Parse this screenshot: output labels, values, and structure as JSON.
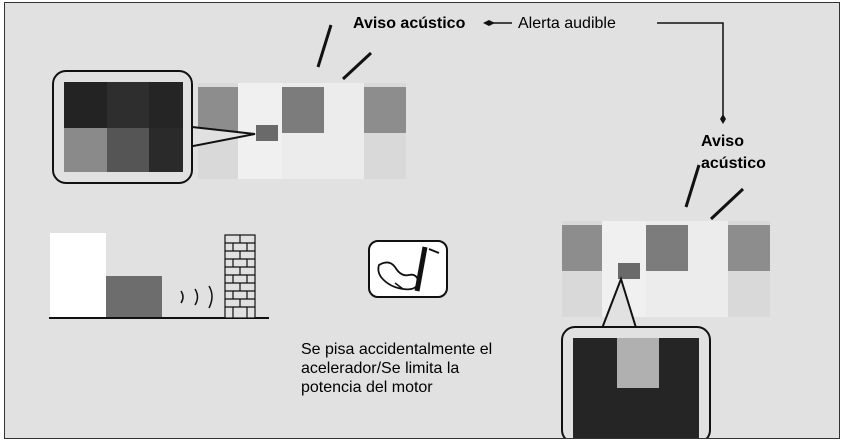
{
  "labels": {
    "warning_top": "Aviso acústico",
    "alert_audible": "Alerta audible",
    "warning_right": "Aviso\nacústico",
    "description": "Se pisa accidentalmente el\nacelerador/Se limita la\npotencia del motor"
  },
  "icons": {
    "pedal": "foot-on-pedal-icon",
    "wall": "brick-wall-icon",
    "sound": "sound-waves-icon"
  },
  "colors": {
    "background": "#e1e1e1",
    "dark": "#2b2b2b",
    "mid": "#7c7c7c",
    "light": "#a6a6a6"
  }
}
